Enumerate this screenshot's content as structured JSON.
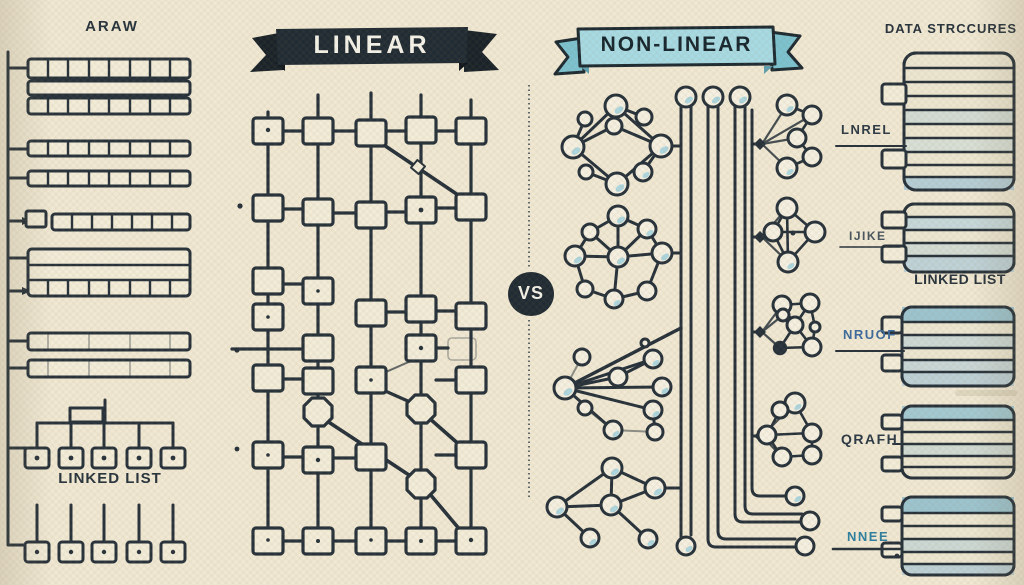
{
  "left_panel": {
    "title": "ARAW",
    "caption": "LINKED LIST"
  },
  "linear": {
    "banner": "LINEAR"
  },
  "nonlinear": {
    "banner": "NON-LINEAR"
  },
  "vs": "VS",
  "right_panel": {
    "title": "DATA STRCCURES",
    "stacks": [
      {
        "label": "LNREL"
      },
      {
        "label": "IJIKE",
        "caption": "LINKED LIST"
      },
      {
        "label": "NRUOF"
      },
      {
        "label": "QRAFH"
      },
      {
        "label": "NNEE"
      }
    ]
  },
  "colors": {
    "background": "#f0e8d3",
    "ink": "#26313a",
    "banner_navy": "#202b33",
    "banner_blue": "#a7dae3",
    "banner_blue_fold": "#7cc2cf",
    "node_accent": "#aed6de",
    "stack_blue": "#a9c9d2",
    "label_blue": "#3c6a9c"
  }
}
